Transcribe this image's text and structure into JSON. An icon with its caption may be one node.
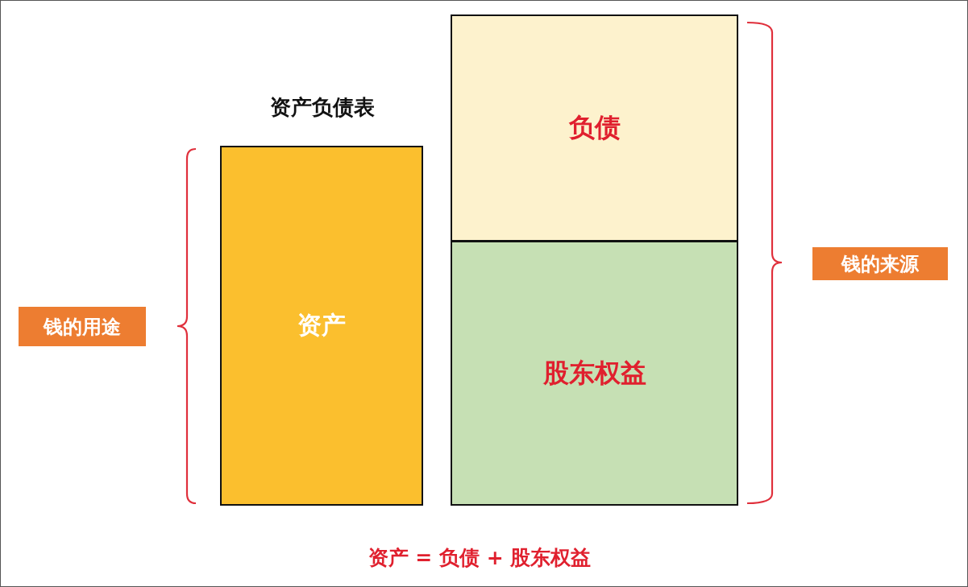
{
  "diagram": {
    "title": "资产负债表",
    "caption": "资产 = 负债 + 股东权益",
    "nodes": [
      {
        "text": [
          "资产"
        ]
      },
      {
        "text": [
          "负债"
        ]
      },
      {
        "text": [
          "股东权益"
        ]
      },
      {
        "text": [
          "钱的用途"
        ]
      },
      {
        "text": [
          "钱的来源"
        ]
      }
    ]
  }
}
